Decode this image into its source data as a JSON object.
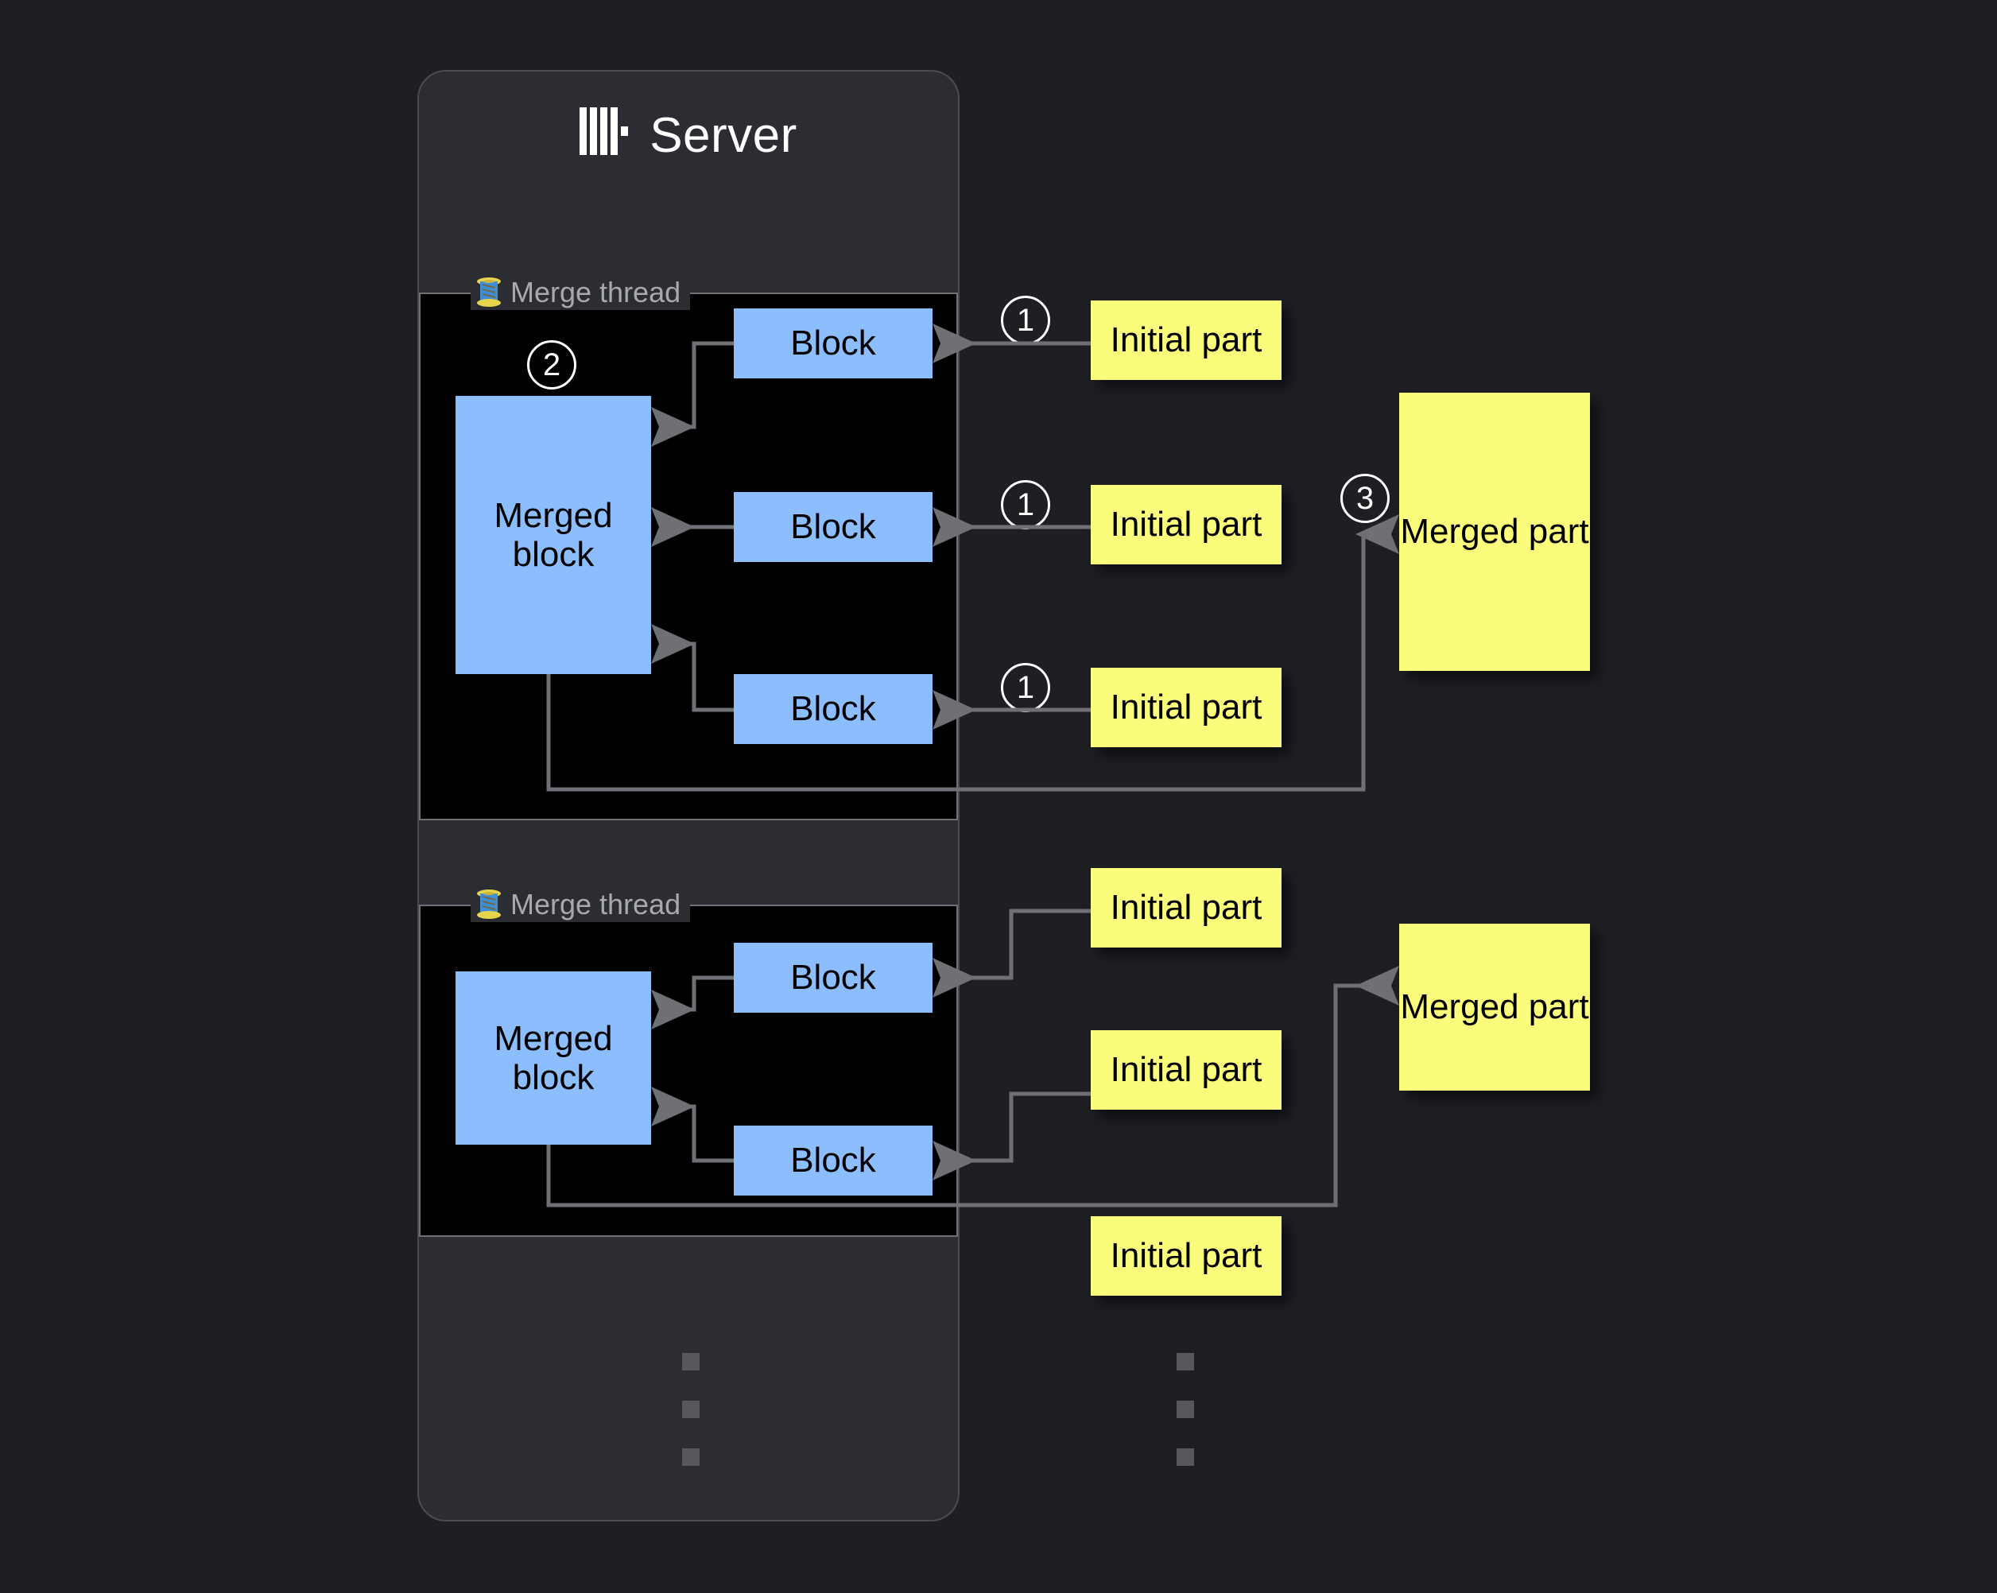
{
  "server": {
    "title": "Server",
    "logo_icon": "clickhouse-bars-icon"
  },
  "merge_threads": [
    {
      "label": "Merge thread",
      "icon": "thread-spool-icon",
      "merged_block_label": "Merged block",
      "blocks": [
        "Block",
        "Block",
        "Block"
      ]
    },
    {
      "label": "Merge thread",
      "icon": "thread-spool-icon",
      "merged_block_label": "Merged block",
      "blocks": [
        "Block",
        "Block"
      ]
    }
  ],
  "initial_parts": [
    "Initial part",
    "Initial part",
    "Initial part",
    "Initial part",
    "Initial part",
    "Initial part"
  ],
  "merged_parts": [
    "Merged part",
    "Merged part"
  ],
  "steps": {
    "read_part_1": "1",
    "read_part_2": "1",
    "read_part_3": "1",
    "merge_blocks": "2",
    "write_part": "3"
  },
  "ellipsis": {
    "left": "vertical-ellipsis",
    "right": "vertical-ellipsis"
  },
  "colors": {
    "background": "#1E1F23",
    "panel": "#2B2D33",
    "panel_border": "#4A4C52",
    "thread_box": "#000000",
    "thread_border": "#6E7076",
    "block_blue": "#8CBDFC",
    "part_yellow": "#FCFC7C",
    "arrow_gray": "#6E7076",
    "label_gray": "#A7A9AE",
    "title_white": "#FFFFFF"
  }
}
